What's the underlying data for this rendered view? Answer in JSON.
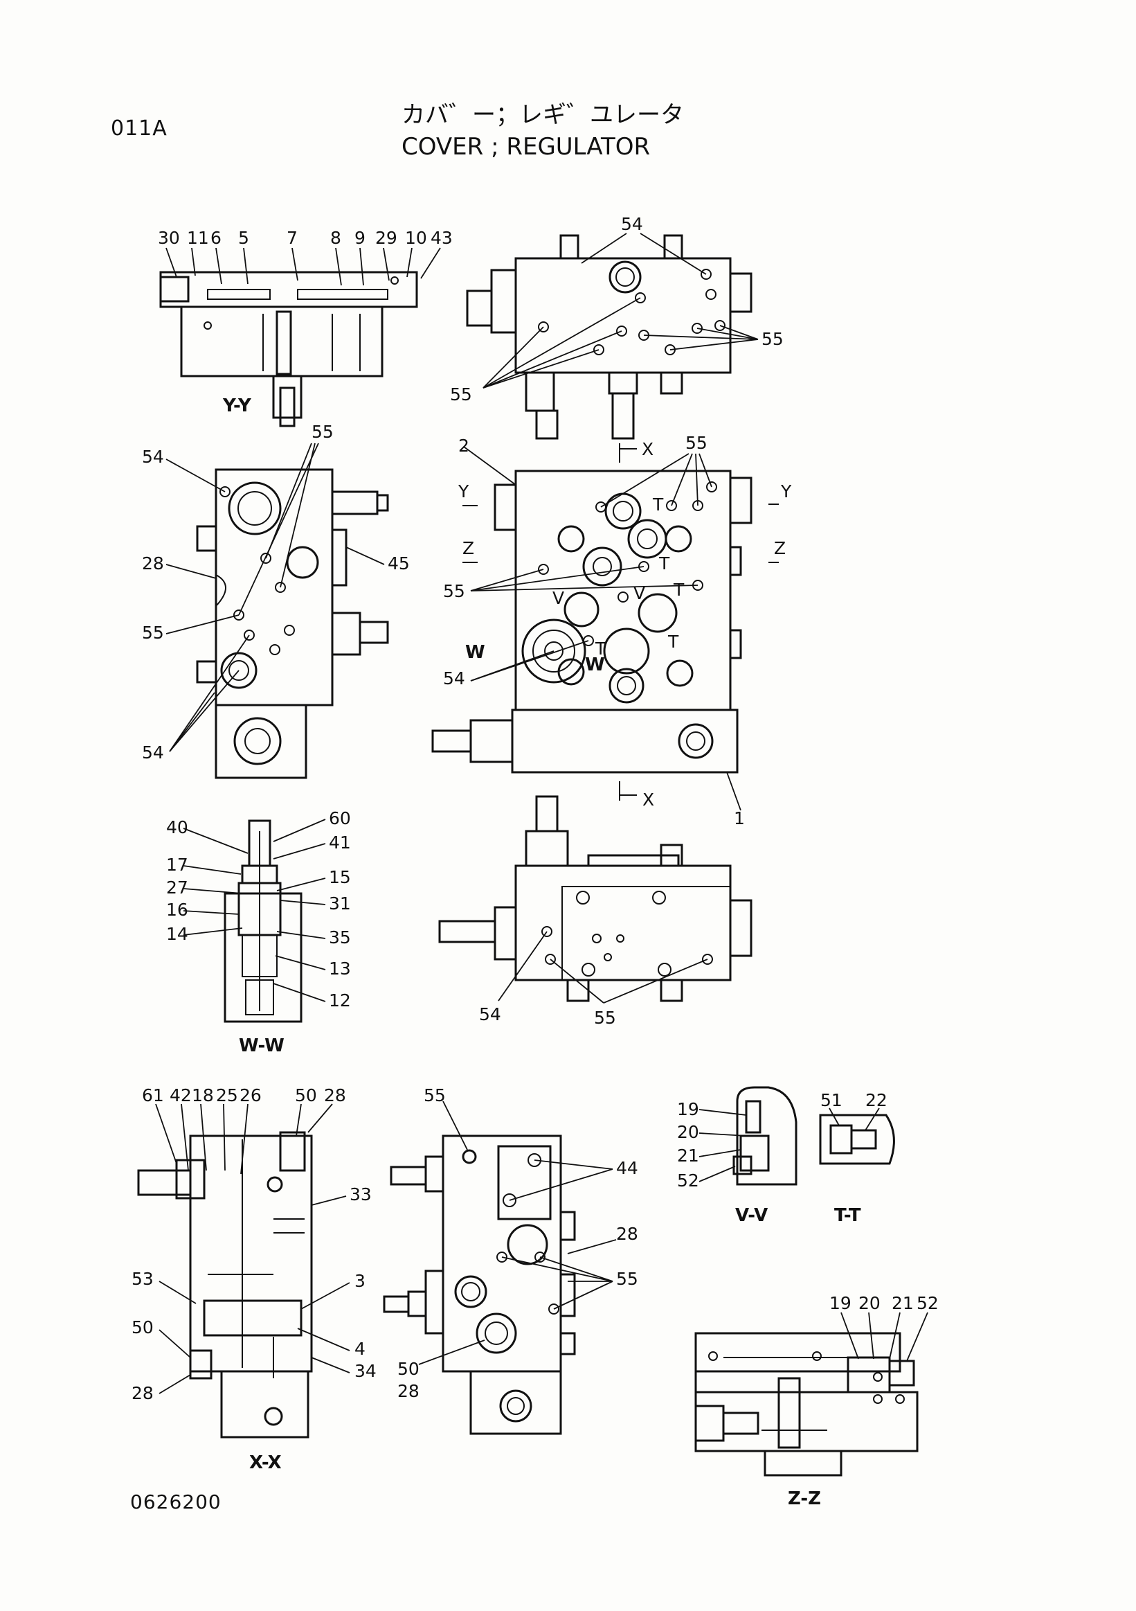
{
  "header": {
    "page_code": "011A",
    "title_jp": "カバ゛ー；レギ゛ユレータ",
    "title_en": "COVER ; REGULATOR"
  },
  "footer": {
    "document_number": "0626200"
  },
  "views": {
    "yy": {
      "label": "Y-Y",
      "callouts": [
        "30",
        "11",
        "6",
        "5",
        "7",
        "8",
        "9",
        "29",
        "10",
        "43"
      ]
    },
    "top_right": {
      "callouts": [
        "54",
        "55",
        "55"
      ]
    },
    "left_side": {
      "callouts": [
        "54",
        "55",
        "28",
        "45",
        "55",
        "54"
      ]
    },
    "front": {
      "callouts": [
        "55",
        "2",
        "55",
        "54",
        "1"
      ],
      "section_marks": [
        "X",
        "Y",
        "Y",
        "Z",
        "Z",
        "T",
        "T",
        "T",
        "V",
        "V",
        "T",
        "W",
        "W",
        "T",
        "X"
      ]
    },
    "ww": {
      "label": "W-W",
      "callouts": [
        "40",
        "60",
        "41",
        "17",
        "15",
        "27",
        "31",
        "16",
        "14",
        "35",
        "13",
        "12"
      ]
    },
    "bottom_right": {
      "callouts": [
        "54",
        "55"
      ]
    },
    "xx": {
      "label": "X-X",
      "callouts": [
        "61",
        "42",
        "18",
        "25",
        "26",
        "50",
        "28",
        "33",
        "53",
        "3",
        "50",
        "4",
        "34",
        "28"
      ]
    },
    "side2": {
      "callouts": [
        "55",
        "44",
        "28",
        "55",
        "50",
        "28"
      ]
    },
    "vv": {
      "label": "V-V",
      "callouts": [
        "19",
        "20",
        "21",
        "52"
      ]
    },
    "tt": {
      "label": "T-T",
      "callouts": [
        "51",
        "22"
      ]
    },
    "zz": {
      "label": "Z-Z",
      "callouts": [
        "19",
        "20",
        "21",
        "52"
      ]
    }
  }
}
